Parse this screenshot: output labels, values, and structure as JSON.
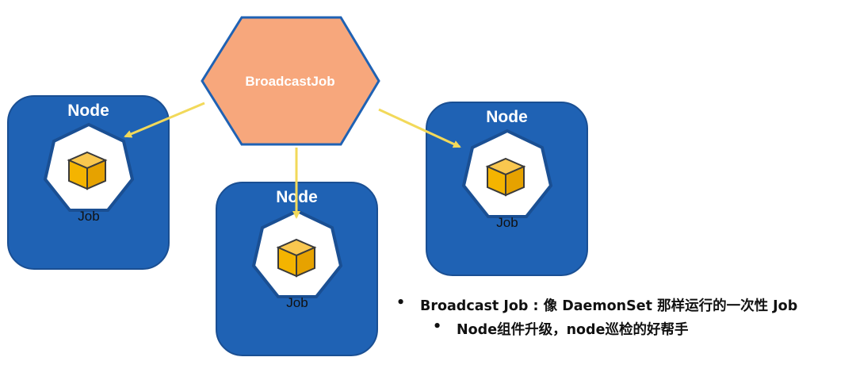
{
  "diagram": {
    "center": {
      "label": "BroadcastJob",
      "fill": "#f7a77c",
      "stroke": "#1f62b4"
    },
    "nodes": [
      {
        "title": "Node",
        "job_label": "Job"
      },
      {
        "title": "Node",
        "job_label": "Job"
      },
      {
        "title": "Node",
        "job_label": "Job"
      }
    ],
    "colors": {
      "node_bg": "#1f62b4",
      "arrow": "#f2d95a",
      "box": "#f4b400"
    }
  },
  "bullets": [
    {
      "text": "Broadcast Job : 像 DaemonSet 那样运行的一次性 Job"
    },
    {
      "text": "Node组件升级，node巡检的好帮手"
    }
  ]
}
